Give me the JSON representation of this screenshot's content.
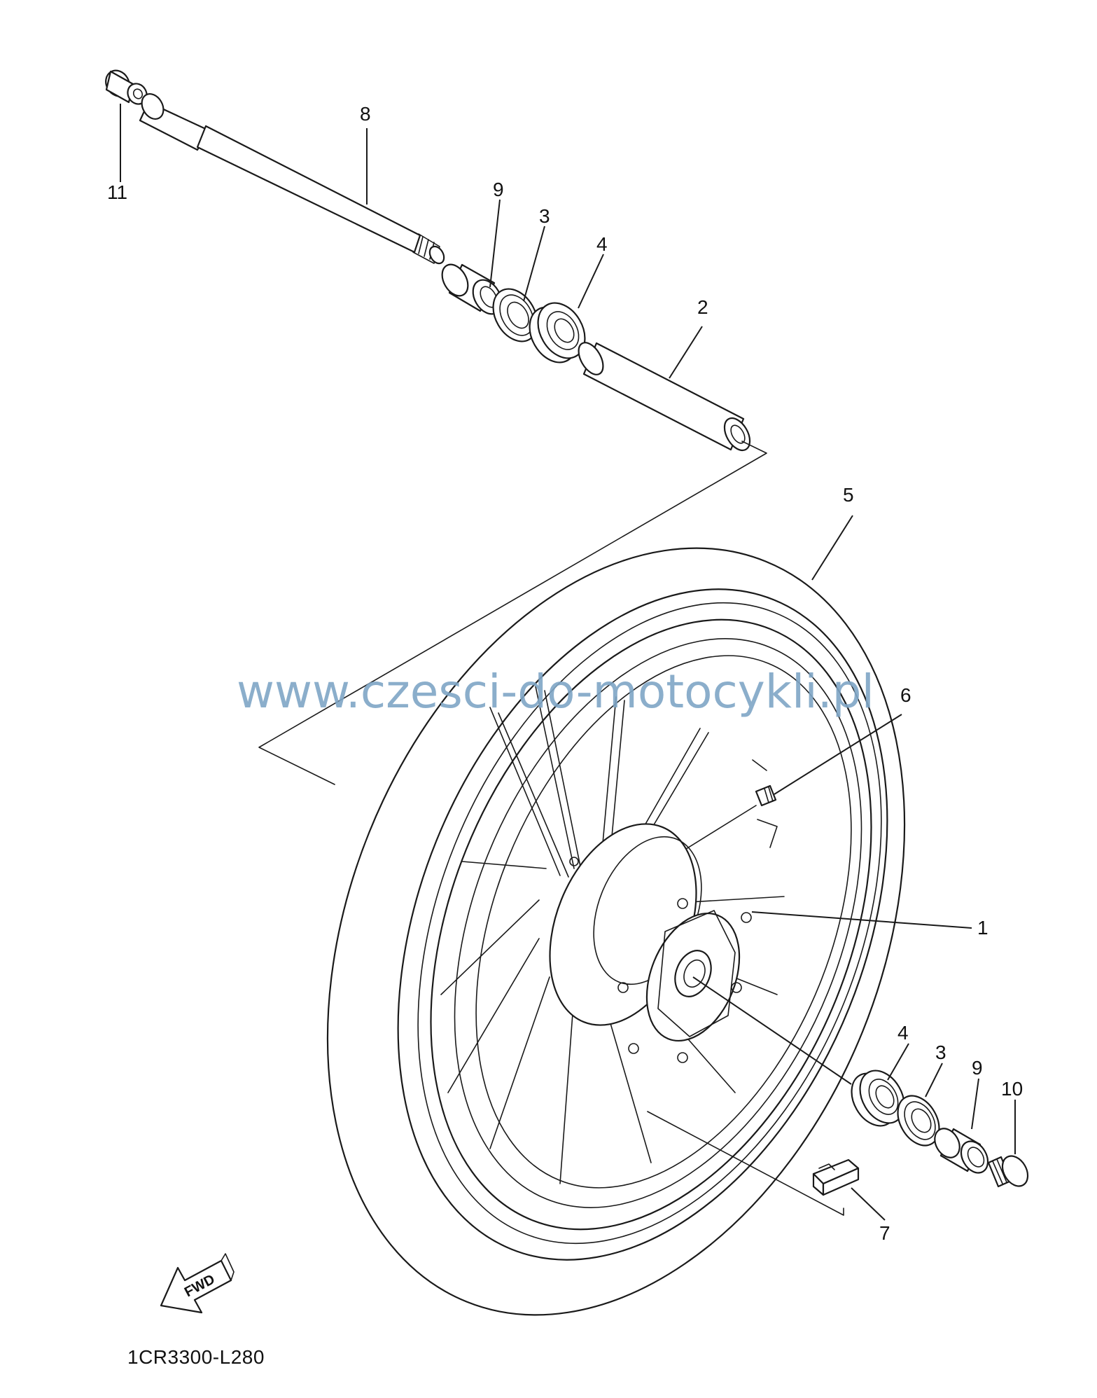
{
  "watermark": "www.czesci-do-motocykli.pl",
  "diagram_code": "1CR3300-L280",
  "fwd_label": "FWD",
  "callouts": {
    "c1": "1",
    "c2": "2",
    "c3a": "3",
    "c3b": "3",
    "c4a": "4",
    "c4b": "4",
    "c5": "5",
    "c6": "6",
    "c7": "7",
    "c8": "8",
    "c9a": "9",
    "c9b": "9",
    "c10": "10",
    "c11": "11"
  },
  "icons": {
    "fwd": "fwd-arrow-icon"
  }
}
